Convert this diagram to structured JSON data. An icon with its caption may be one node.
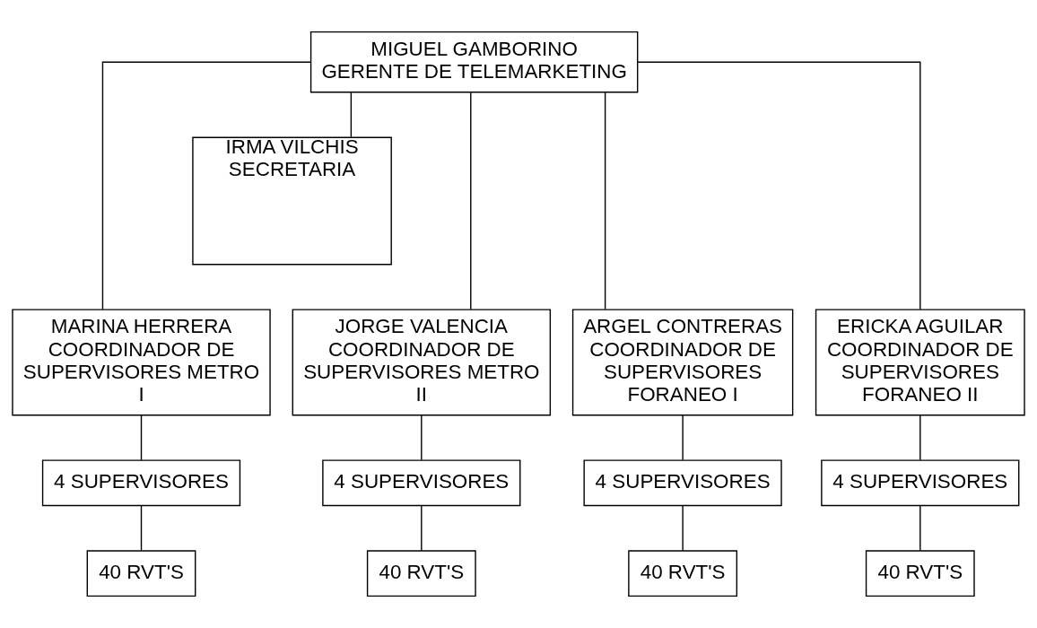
{
  "diagram": {
    "nodes": [
      {
        "text": [
          "MIGUEL GAMBORINO",
          "GERENTE DE TELEMARKETING"
        ]
      },
      {
        "text": [
          "IRMA VILCHIS",
          "SECRETARIA"
        ]
      },
      {
        "text": [
          "MARINA HERRERA",
          "COORDINADOR DE SUPERVISORES METRO I"
        ]
      },
      {
        "text": [
          "JORGE VALENCIA",
          "COORDINADOR DE SUPERVISORES METRO II"
        ]
      },
      {
        "text": [
          "ARGEL CONTRERAS",
          "COORDINADOR DE SUPERVISORES FORANEO I"
        ]
      },
      {
        "text": [
          "ERICKA AGUILAR",
          "COORDINADOR DE SUPERVISORES FORANEO II"
        ]
      },
      {
        "text": [
          "4 SUPERVISORES"
        ]
      },
      {
        "text": [
          "4 SUPERVISORES"
        ]
      },
      {
        "text": [
          "4 SUPERVISORES"
        ]
      },
      {
        "text": [
          "4 SUPERVISORES"
        ]
      },
      {
        "text": [
          "40 RVT'S"
        ]
      },
      {
        "text": [
          "40 RVT'S"
        ]
      },
      {
        "text": [
          "40 RVT'S"
        ]
      },
      {
        "text": [
          "40 RVT'S"
        ]
      }
    ],
    "edges": [
      {
        "from": 0,
        "to": 1,
        "arrow": "none"
      },
      {
        "from": 0,
        "to": 2,
        "arrow": "none"
      },
      {
        "from": 0,
        "to": 3,
        "arrow": "none"
      },
      {
        "from": 0,
        "to": 4,
        "arrow": "none"
      },
      {
        "from": 0,
        "to": 5,
        "arrow": "none"
      },
      {
        "from": 2,
        "to": 6,
        "arrow": "none"
      },
      {
        "from": 3,
        "to": 7,
        "arrow": "none"
      },
      {
        "from": 4,
        "to": 8,
        "arrow": "none"
      },
      {
        "from": 5,
        "to": 9,
        "arrow": "none"
      },
      {
        "from": 6,
        "to": 10,
        "arrow": "none"
      },
      {
        "from": 7,
        "to": 11,
        "arrow": "none"
      },
      {
        "from": 8,
        "to": 12,
        "arrow": "none"
      },
      {
        "from": 9,
        "to": 13,
        "arrow": "none"
      }
    ]
  }
}
